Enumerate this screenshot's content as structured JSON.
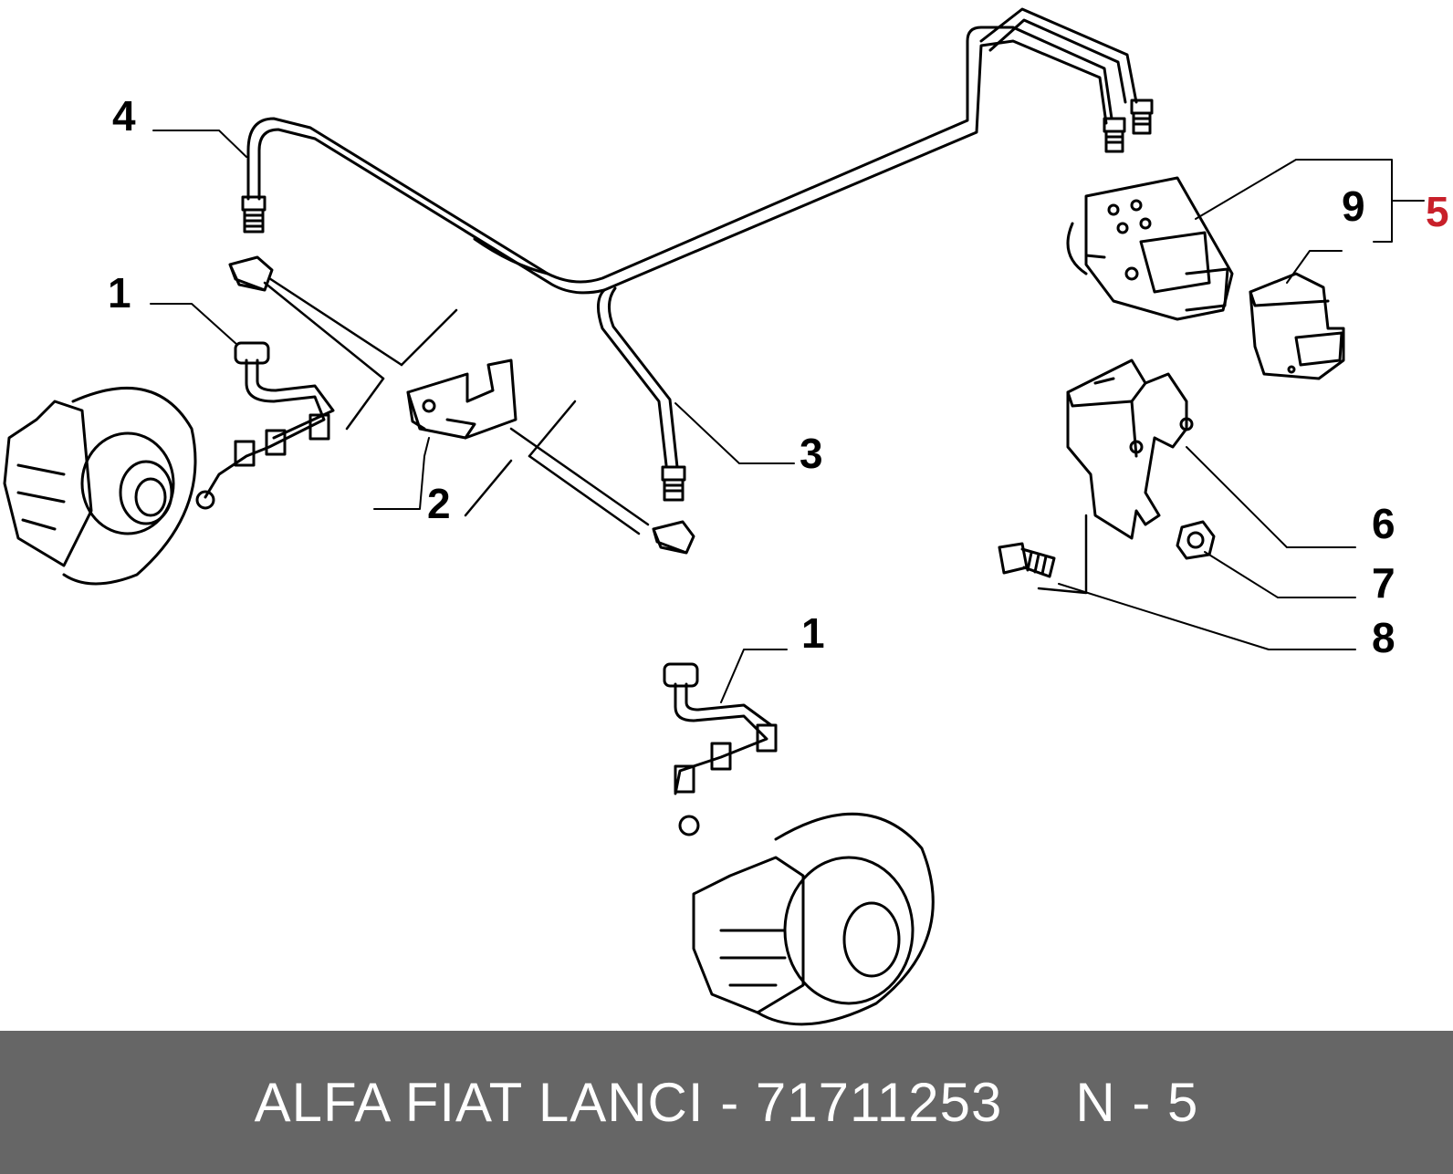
{
  "diagram": {
    "callouts": [
      "4",
      "1",
      "2",
      "3",
      "1",
      "5",
      "9",
      "6",
      "7",
      "8"
    ],
    "highlight_color": "#c8202a"
  },
  "footer": {
    "part_label": "ALFA FIAT LANCI - 71711253",
    "page_label": "N - 5",
    "background": "#666666"
  }
}
